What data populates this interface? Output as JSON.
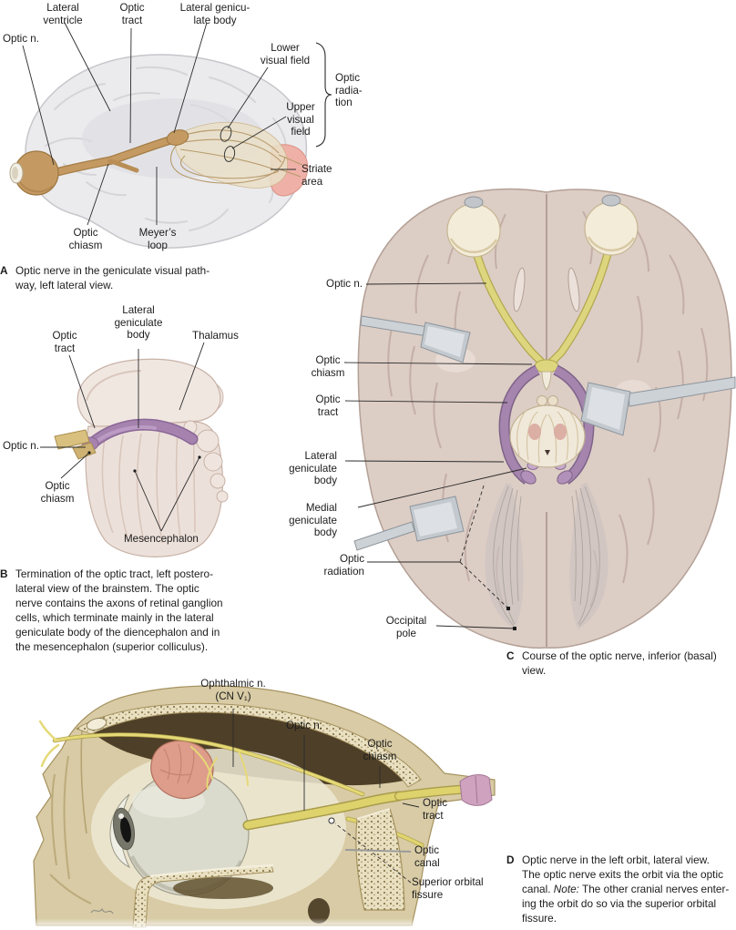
{
  "colors": {
    "label_text": "#1c1c1c",
    "leader_line": "#2b2b2b",
    "brain_gray": "#ebebee",
    "pathway_tan": "#c49a62",
    "striate_pink": "#efb1a7",
    "brainstem_cream": "#ece1da",
    "optic_tract_purple": "#a583ae",
    "basal_brain": "#dccdc5",
    "optic_nerve_yellow": "#ded67e",
    "retractor_gray": "#c3c9ce",
    "bone_tan": "#d8cba5",
    "lacrimal_pink": "#de9c8a"
  },
  "panels": {
    "a": {
      "labels": {
        "optic_n": "Optic n.",
        "lateral_ventricle": "Lateral\nventricle",
        "optic_tract": "Optic\ntract",
        "lateral_geniculate_body": "Lateral genicu-\nlate body",
        "lower_visual_field": "Lower\nvisual field",
        "upper_visual_field": "Upper\nvisual\nfield",
        "optic_radiation": "Optic\nradia-\ntion",
        "striate_area": "Striate\narea",
        "optic_chiasm": "Optic\nchiasm",
        "meyers_loop": "Meyer’s\nloop"
      },
      "caption_letter": "A",
      "caption": "Optic nerve in the geniculate visual path-\nway, left lateral view."
    },
    "b": {
      "labels": {
        "optic_tract": "Optic\ntract",
        "lateral_geniculate_body": "Lateral\ngeniculate\nbody",
        "thalamus": "Thalamus",
        "optic_n": "Optic n.",
        "optic_chiasm": "Optic\nchiasm",
        "mesencephalon": "Mesencephalon"
      },
      "caption_letter": "B",
      "caption": "Termination of the optic tract, left postero-\nlateral view of the brainstem. The optic\nnerve contains the axons of retinal ganglion\ncells, which terminate mainly in the lateral\ngeniculate body of the diencephalon and in\nthe mesencephalon (superior colliculus)."
    },
    "c": {
      "labels": {
        "optic_n": "Optic n.",
        "optic_chiasm": "Optic\nchiasm",
        "optic_tract": "Optic\ntract",
        "lateral_geniculate_body": "Lateral\ngeniculate\nbody",
        "medial_geniculate_body": "Medial\ngeniculate\nbody",
        "optic_radiation": "Optic\nradiation",
        "occipital_pole": "Occipital\npole"
      },
      "caption_letter": "C",
      "caption": "Course of the optic nerve, inferior (basal)\nview."
    },
    "d": {
      "labels": {
        "ophthalmic_n": "Ophthalmic n.\n(CN V₁)",
        "optic_n": "Optic n.",
        "optic_chiasm": "Optic\nchiasm",
        "optic_tract": "Optic\ntract",
        "optic_canal": "Optic\ncanal",
        "superior_orbital_fissure": "Superior orbital\nfissure"
      },
      "caption_letter": "D",
      "caption_part1": "Optic nerve in the left orbit, lateral view.\nThe optic nerve exits the orbit via the optic\ncanal. ",
      "note_label": "Note:",
      "caption_part2": " The other cranial nerves enter-\ning the orbit do so via the superior orbital\nfissure."
    }
  }
}
